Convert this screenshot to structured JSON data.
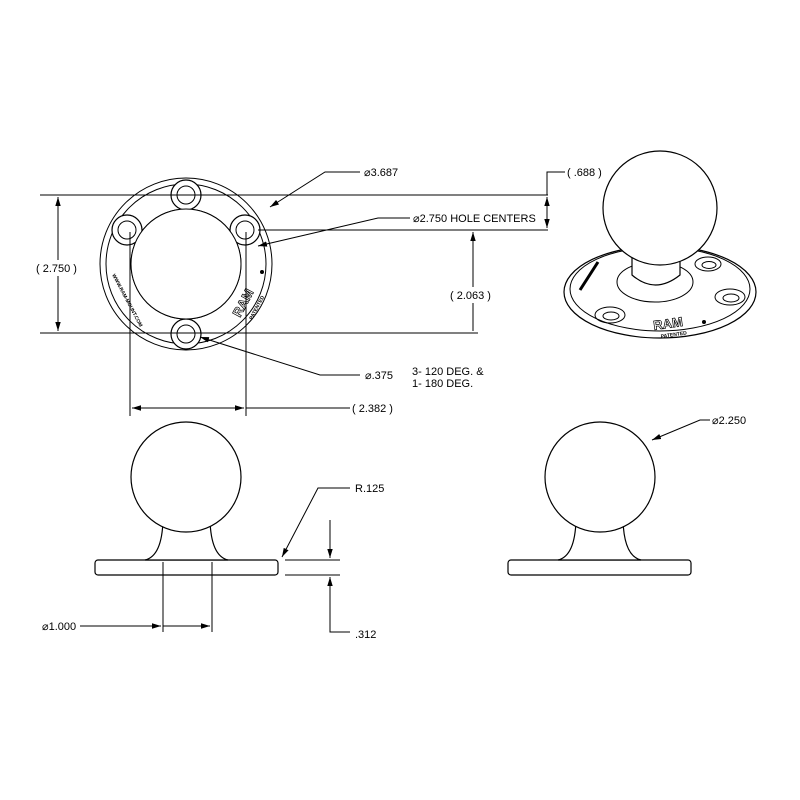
{
  "dimensions": {
    "outer_diameter": "⌀3.687",
    "hole_centers": "⌀2.750 HOLE CENTERS",
    "ball_offset": "( .688 )",
    "overall_height": "( 2.750 )",
    "center_to_hole": "( 2.063 )",
    "hole_diameter": "⌀.375",
    "hole_pattern_line1": "3- 120 DEG. &",
    "hole_pattern_line2": "1- 180 DEG.",
    "hole_spacing": "( 2.382 )",
    "ball_diameter": "⌀2.250",
    "fillet_radius": "R.125",
    "neck_diameter": "⌀1.000",
    "base_thickness": ".312"
  },
  "markings": {
    "brand": "RAM",
    "patented": "PATENTED",
    "website": "WWW.RAM-MOUNT.COM"
  },
  "colors": {
    "line": "#000000",
    "background": "#ffffff"
  }
}
